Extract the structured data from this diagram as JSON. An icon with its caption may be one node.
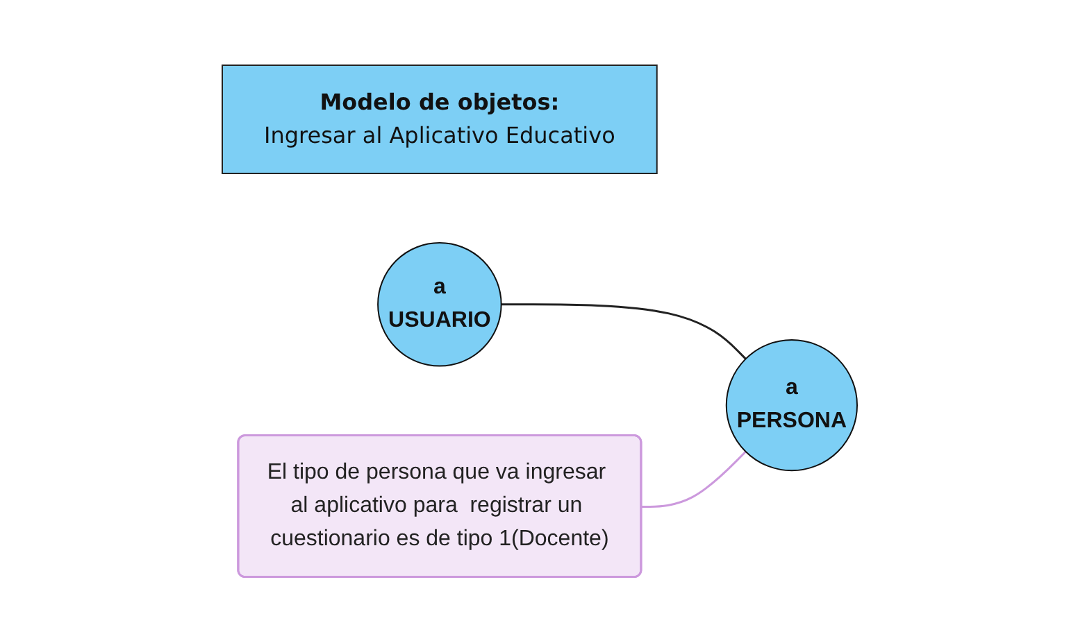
{
  "diagram": {
    "nodes": [
      {
        "text": [
          "Modelo de objetos:",
          "Ingresar al Aplicativo Educativo"
        ]
      },
      {
        "text": [
          "El tipo de persona que va ingresar al aplicativo para  registrar un cuestionario es de tipo 1(Docente)"
        ]
      },
      {
        "text": [
          "a",
          "USUARIO"
        ]
      },
      {
        "text": [
          "a",
          "PERSONA"
        ]
      }
    ],
    "edges": [
      {
        "from": 2,
        "to": 3,
        "arrow": "none"
      },
      {
        "from": 1,
        "to": 3,
        "arrow": "none",
        "color": "#cc99dd"
      }
    ]
  }
}
